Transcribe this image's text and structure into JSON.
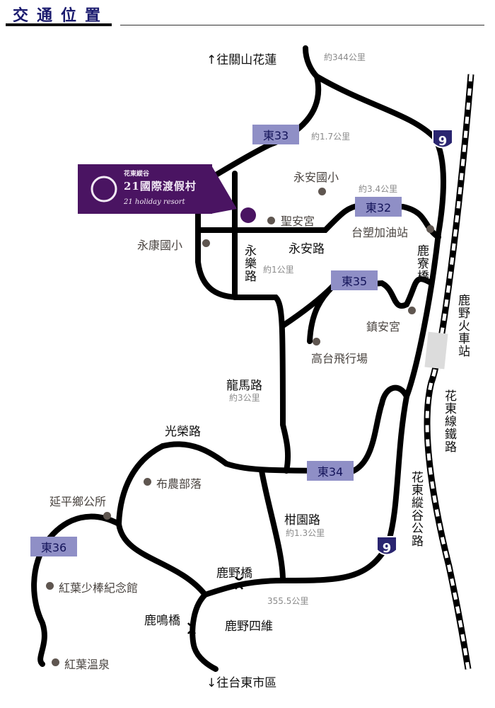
{
  "header": {
    "title": "交通位置"
  },
  "resort": {
    "region": "花東縱谷",
    "name_zh": "21國際渡假村",
    "name_en": "21 holiday resort",
    "brand_color": "#4a1462"
  },
  "directions": {
    "north": "↑往關山花蓮",
    "north_distance": "約344公里",
    "south": "↓往台東市區"
  },
  "routes": [
    {
      "id": "東33",
      "distance": "約1.7公里"
    },
    {
      "id": "東32",
      "distance": "約3.4公里"
    },
    {
      "id": "東35"
    },
    {
      "id": "東34"
    },
    {
      "id": "東36"
    }
  ],
  "highway": {
    "number": "9",
    "name": "花東縱谷公路",
    "color": "#2a2570",
    "distance": "355.5公里"
  },
  "railway": {
    "name": "花東線鐵路",
    "station": "鹿野火車站"
  },
  "roads": [
    {
      "name": "永安路"
    },
    {
      "name": "永樂路",
      "distance": "約1公里"
    },
    {
      "name": "龍馬路",
      "distance": "約3公里"
    },
    {
      "name": "光榮路"
    },
    {
      "name": "柑園路",
      "distance": "約1.3公里"
    }
  ],
  "bridges": [
    "鹿寮橋",
    "鹿野橋",
    "鹿鳴橋"
  ],
  "areas": [
    "鹿野四維"
  ],
  "pois": [
    "永安國小",
    "聖安宮",
    "台塑加油站",
    "永康國小",
    "鎮安宮",
    "高台飛行場",
    "布農部落",
    "延平鄉公所",
    "紅葉少棒紀念館",
    "紅葉溫泉"
  ],
  "colors": {
    "route_box": "#8f8fc6",
    "poi_dot": "#5f5650",
    "road": "#000000"
  }
}
